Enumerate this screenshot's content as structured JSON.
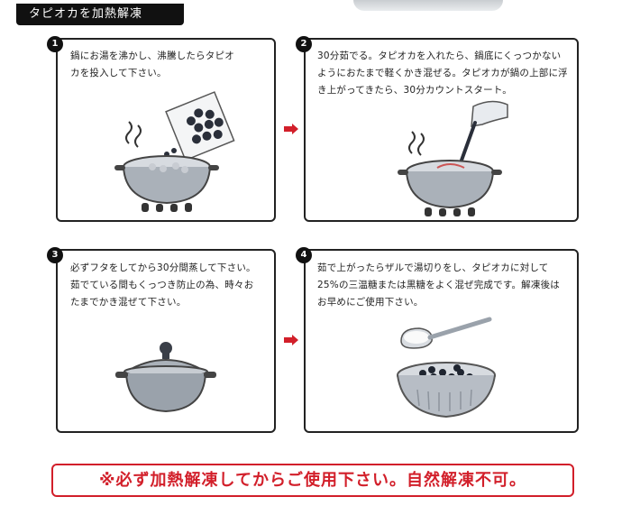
{
  "header": {
    "title": "タピオカを加熱解凍"
  },
  "steps": [
    {
      "number": "1",
      "text": "鍋にお湯を沸かし、沸騰したらタピオカを投入して下さい。"
    },
    {
      "number": "2",
      "text": "30分茹でる。タピオカを入れたら、鍋底にくっつかないようにおたまで軽くかき混ぜる。タピオカが鍋の上部に浮き上がってきたら、30分カウントスタート。"
    },
    {
      "number": "3",
      "text": "必ずフタをしてから30分間蒸して下さい。茹でている間もくっつき防止の為、時々おたまでかき混ぜて下さい。"
    },
    {
      "number": "4",
      "text": "茹で上がったらザルで湯切りをし、タピオカに対して25%の三温糖または黒糖をよく混ぜ完成です。解凍後はお早めにご使用下さい。"
    }
  ],
  "notice": {
    "text": "※必ず加熱解凍してからご使用下さい。自然解凍不可。"
  },
  "icons": {
    "step1": "pot-with-tapioca-bag-icon",
    "step2": "pot-stirring-ladle-icon",
    "step3": "covered-pot-icon",
    "step4": "colander-and-spoon-icon",
    "arrow": "right-arrow-icon"
  },
  "colors": {
    "accent": "#d21f2a",
    "header_bg": "#111111"
  }
}
